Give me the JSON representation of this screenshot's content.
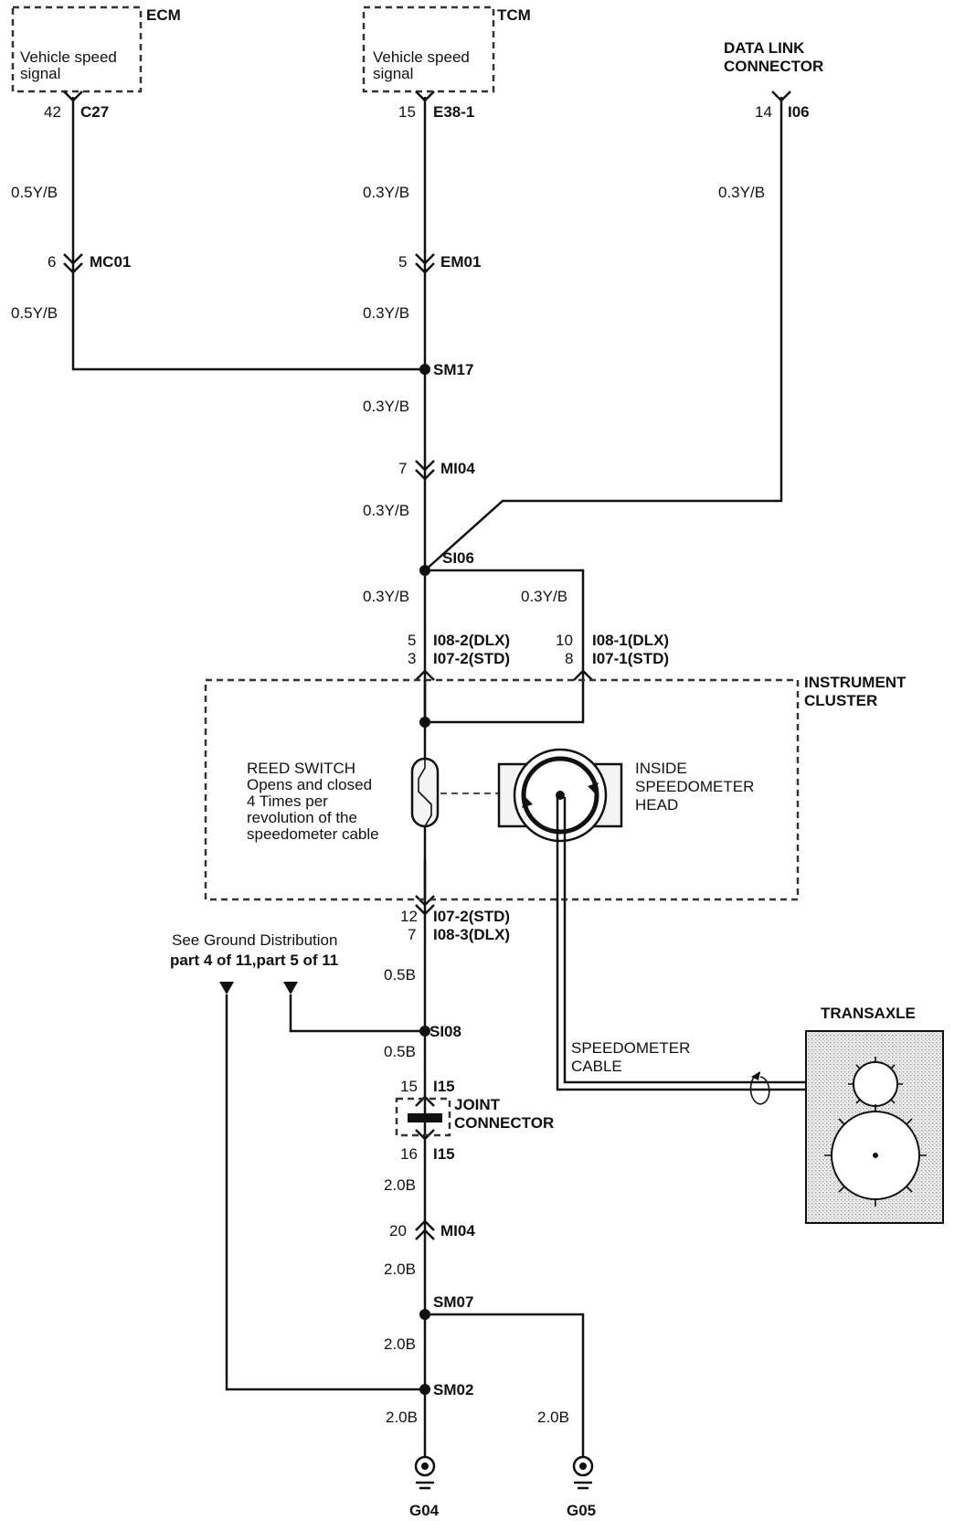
{
  "modules": {
    "ecm": {
      "name": "ECM",
      "text1": "Vehicle speed",
      "text2": "signal"
    },
    "tcm": {
      "name": "TCM",
      "text1": "Vehicle speed",
      "text2": "signal"
    },
    "dlc": {
      "line1": "DATA LINK",
      "line2": "CONNECTOR"
    }
  },
  "pins": {
    "ecm_pin": "42",
    "ecm_conn": "C27",
    "tcm_pin": "15",
    "tcm_conn": "E38-1",
    "dlc_pin": "14",
    "dlc_conn": "I06",
    "mc01_pin": "6",
    "mc01": "MC01",
    "em01_pin": "5",
    "em01": "EM01",
    "mi04_pin": "7",
    "mi04": "MI04",
    "i08_2_pin": "5",
    "i08_2": "I08-2(DLX)",
    "i07_2_pin": "3",
    "i07_2": "I07-2(STD)",
    "i08_1_pin": "10",
    "i08_1": "I08-1(DLX)",
    "i07_1_pin": "8",
    "i07_1": "I07-1(STD)",
    "i07_2b_pin": "12",
    "i07_2b": "I07-2(STD)",
    "i08_3_pin": "7",
    "i08_3": "I08-3(DLX)",
    "i15a_pin": "15",
    "i15a": "I15",
    "i15b_pin": "16",
    "i15b": "I15",
    "mi04b_pin": "20",
    "mi04b": "MI04"
  },
  "wires": {
    "ecm1": "0.5Y/B",
    "ecm2": "0.5Y/B",
    "tcm1": "0.3Y/B",
    "tcm2": "0.3Y/B",
    "dlc1": "0.3Y/B",
    "main1": "0.3Y/B",
    "main2": "0.3Y/B",
    "main3": "0.3Y/B",
    "right1": "0.3Y/B",
    "gnd1": "0.5B",
    "gnd2": "0.5B",
    "gnd3": "2.0B",
    "gnd4": "2.0B",
    "gnd5": "2.0B",
    "gnd6": "2.0B",
    "gnd7": "2.0B"
  },
  "splices": {
    "sm17": "SM17",
    "si06": "SI06",
    "si08": "SI08",
    "sm07": "SM07",
    "sm02": "SM02"
  },
  "cluster": {
    "line1": "INSTRUMENT",
    "line2": "CLUSTER"
  },
  "reed": {
    "title": "REED SWITCH",
    "line1": "Opens and closed",
    "line2": "4 Times per",
    "line3": "revolution of the",
    "line4": "speedometer cable"
  },
  "speedo": {
    "line1": "INSIDE",
    "line2": "SPEEDOMETER",
    "line3": "HEAD"
  },
  "joint": {
    "line1": "JOINT",
    "line2": "CONNECTOR"
  },
  "ground_ref": {
    "line1": "See Ground Distribution",
    "line2": "part 4 of 11,part 5 of 11"
  },
  "cable": {
    "line1": "SPEEDOMETER",
    "line2": "CABLE"
  },
  "transaxle": {
    "name": "TRANSAXLE"
  },
  "grounds": {
    "g04": "G04",
    "g05": "G05"
  }
}
